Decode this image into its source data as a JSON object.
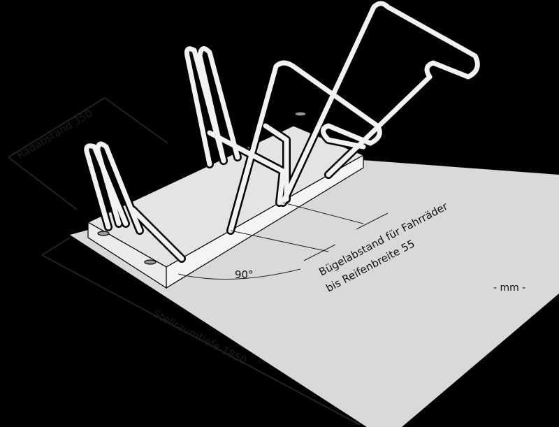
{
  "labels": {
    "wheel_spacing": "Radabstand 350",
    "parking_depth": "Stellraumtiefe 1850",
    "hoop_spacing_line1": "Bügelabstand für Fahrräder",
    "hoop_spacing_line2": "bis Reifenbreite 55",
    "angle": "90°",
    "unit": "- mm -"
  },
  "colors": {
    "background": "#000000",
    "floor": "#d9d9d9",
    "rack": "#f2f2f2",
    "outline": "#000000"
  }
}
